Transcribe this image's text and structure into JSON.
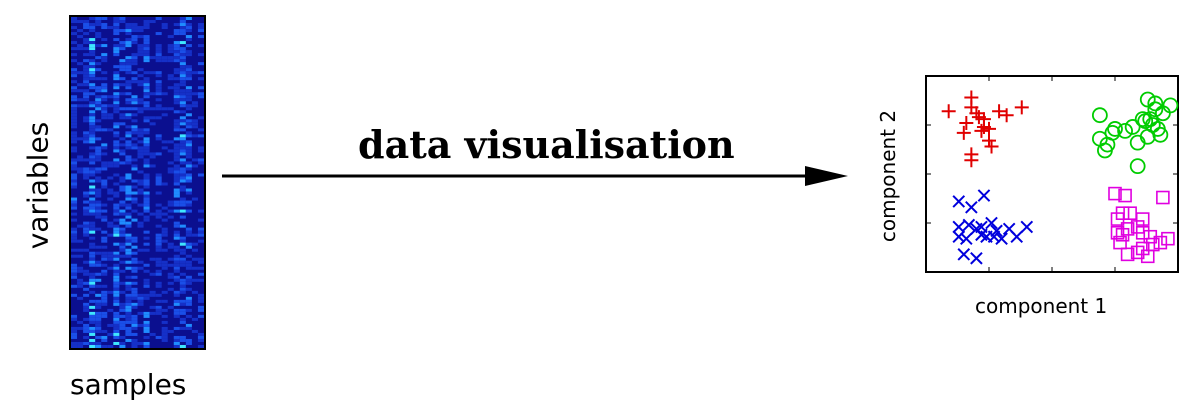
{
  "labels": {
    "variables": "variables",
    "samples": "samples",
    "title": "data visualisation",
    "component1": "component 1",
    "component2": "component 2"
  },
  "colors": {
    "heatmap_low": "#0a0a8c",
    "heatmap_high": "#30e8ff",
    "cluster_plus": "#e00000",
    "cluster_circle": "#00cc00",
    "cluster_x": "#0000dd",
    "cluster_square": "#e000e0"
  },
  "chart_data": {
    "type": "scatter",
    "xlabel": "component 1",
    "ylabel": "component 2",
    "grid": false,
    "legend": "none",
    "series": [
      {
        "marker": "plus",
        "color": "#e00000",
        "points": [
          [
            0.09,
            0.82
          ],
          [
            0.18,
            0.89
          ],
          [
            0.18,
            0.84
          ],
          [
            0.16,
            0.76
          ],
          [
            0.15,
            0.71
          ],
          [
            0.2,
            0.81
          ],
          [
            0.21,
            0.79
          ],
          [
            0.23,
            0.78
          ],
          [
            0.23,
            0.74
          ],
          [
            0.22,
            0.72
          ],
          [
            0.25,
            0.73
          ],
          [
            0.29,
            0.82
          ],
          [
            0.32,
            0.8
          ],
          [
            0.38,
            0.84
          ],
          [
            0.25,
            0.67
          ],
          [
            0.26,
            0.64
          ],
          [
            0.18,
            0.6
          ],
          [
            0.18,
            0.57
          ]
        ]
      },
      {
        "marker": "circle",
        "color": "#00cc00",
        "points": [
          [
            0.69,
            0.8
          ],
          [
            0.79,
            0.72
          ],
          [
            0.75,
            0.73
          ],
          [
            0.82,
            0.74
          ],
          [
            0.86,
            0.78
          ],
          [
            0.88,
            0.88
          ],
          [
            0.91,
            0.86
          ],
          [
            0.97,
            0.85
          ],
          [
            0.87,
            0.77
          ],
          [
            0.9,
            0.75
          ],
          [
            0.92,
            0.73
          ],
          [
            0.84,
            0.66
          ],
          [
            0.88,
            0.69
          ],
          [
            0.93,
            0.7
          ],
          [
            0.72,
            0.65
          ],
          [
            0.69,
            0.68
          ],
          [
            0.74,
            0.71
          ],
          [
            0.84,
            0.54
          ],
          [
            0.94,
            0.81
          ],
          [
            0.89,
            0.78
          ],
          [
            0.71,
            0.62
          ],
          [
            0.91,
            0.83
          ]
        ]
      },
      {
        "marker": "x",
        "color": "#0000dd",
        "points": [
          [
            0.13,
            0.36
          ],
          [
            0.18,
            0.33
          ],
          [
            0.23,
            0.39
          ],
          [
            0.13,
            0.23
          ],
          [
            0.17,
            0.24
          ],
          [
            0.2,
            0.22
          ],
          [
            0.22,
            0.23
          ],
          [
            0.26,
            0.25
          ],
          [
            0.28,
            0.21
          ],
          [
            0.33,
            0.22
          ],
          [
            0.4,
            0.23
          ],
          [
            0.13,
            0.18
          ],
          [
            0.16,
            0.17
          ],
          [
            0.24,
            0.18
          ],
          [
            0.27,
            0.18
          ],
          [
            0.3,
            0.17
          ],
          [
            0.36,
            0.18
          ],
          [
            0.15,
            0.09
          ],
          [
            0.2,
            0.07
          ],
          [
            0.22,
            0.19
          ]
        ]
      },
      {
        "marker": "square",
        "color": "#e000e0",
        "points": [
          [
            0.75,
            0.4
          ],
          [
            0.79,
            0.39
          ],
          [
            0.94,
            0.38
          ],
          [
            0.78,
            0.3
          ],
          [
            0.81,
            0.3
          ],
          [
            0.76,
            0.27
          ],
          [
            0.86,
            0.27
          ],
          [
            0.84,
            0.23
          ],
          [
            0.76,
            0.2
          ],
          [
            0.8,
            0.22
          ],
          [
            0.86,
            0.2
          ],
          [
            0.89,
            0.18
          ],
          [
            0.96,
            0.17
          ],
          [
            0.77,
            0.15
          ],
          [
            0.9,
            0.14
          ],
          [
            0.93,
            0.15
          ],
          [
            0.86,
            0.12
          ],
          [
            0.8,
            0.09
          ],
          [
            0.88,
            0.08
          ],
          [
            0.84,
            0.1
          ],
          [
            0.78,
            0.19
          ]
        ]
      }
    ]
  }
}
